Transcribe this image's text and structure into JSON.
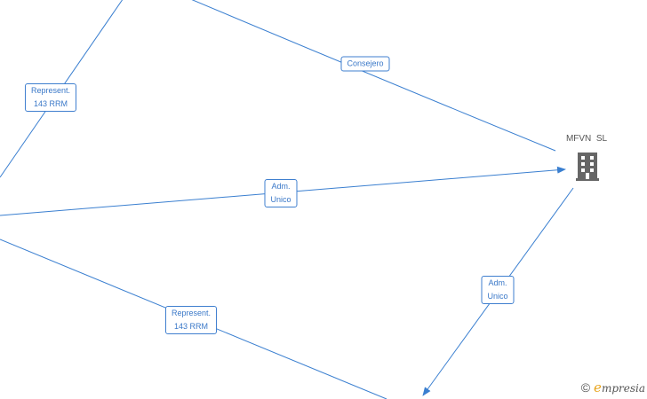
{
  "colors": {
    "edge": "#3a7fd0",
    "label_border": "#3f7fcf",
    "label_text": "#3a78c8",
    "node_icon": "#666666"
  },
  "nodes": [
    {
      "id": "mfvn",
      "label": "MFVN  SL",
      "icon": "building-icon"
    }
  ],
  "edges": [
    {
      "id": "e1",
      "lines": [
        "Represent.",
        "143 RRM"
      ]
    },
    {
      "id": "e2",
      "lines": [
        "Consejero"
      ]
    },
    {
      "id": "e3",
      "lines": [
        "Adm.",
        "Unico"
      ]
    },
    {
      "id": "e4",
      "lines": [
        "Represent.",
        "143 RRM"
      ]
    },
    {
      "id": "e5",
      "lines": [
        "Adm.",
        "Unico"
      ]
    }
  ],
  "watermark": {
    "copyright": "©",
    "brand_initial": "e",
    "brand_rest": "mpresia"
  }
}
